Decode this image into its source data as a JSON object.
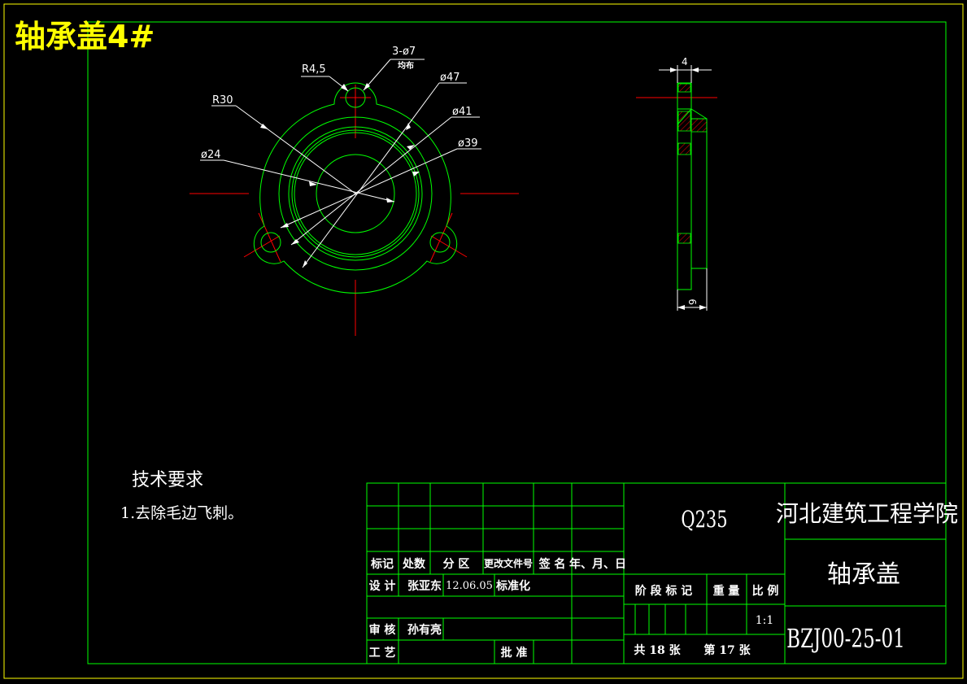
{
  "sheet_title": "轴承盖4#",
  "dimensions": {
    "r45": "R4,5",
    "holes": "3-ø7",
    "holes_note": "均布",
    "d47": "ø47",
    "r30": "R30",
    "d41": "ø41",
    "d39": "ø39",
    "d24": "ø24",
    "thickness4": "4",
    "thickness9": "9"
  },
  "tech_req": {
    "title": "技术要求",
    "item1": "1.去除毛边飞刺。"
  },
  "title_block": {
    "material": "Q235",
    "school": "河北建筑工程学院",
    "part_name": "轴承盖",
    "drawing_no": "BZJ00-25-01",
    "hdr_mark": "标记",
    "hdr_count": "处数",
    "hdr_zone": "分 区",
    "hdr_docno": "更改文件号",
    "hdr_sign": "签 名",
    "hdr_date": "年、月、日",
    "design_label": "设 计",
    "designer": "张亚东",
    "design_date": "12.06.05",
    "standard_label": "标准化",
    "stage_label": "阶 段 标 记",
    "weight_label": "重 量",
    "scale_label": "比 例",
    "scale_value": "1:1",
    "review_label": "审 核",
    "reviewer": "孙有亮",
    "process_label": "工 艺",
    "approve_label": "批 准",
    "total_sheets": "共 18 张",
    "sheet_no": "第 17 张"
  },
  "colors": {
    "background": "#000000",
    "part_lines": "#00ff00",
    "center_lines": "#ff0000",
    "dim_lines": "#ffffff",
    "outer_border": "#ffff00",
    "title_yellow": "#ffff00",
    "frame": "#00ff00"
  }
}
